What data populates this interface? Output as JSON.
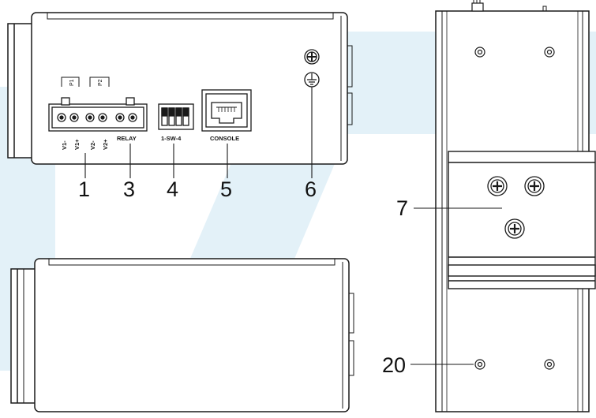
{
  "callouts": {
    "c1": "1",
    "c3": "3",
    "c4": "4",
    "c5": "5",
    "c6": "6",
    "c7": "7",
    "c20": "20"
  },
  "panel_labels": {
    "p1": "P1",
    "p2": "P2",
    "v1_minus": "V1-",
    "v1_plus": "V1+",
    "v2_minus": "V2-",
    "v2_plus": "V2+",
    "relay": "RELAY",
    "sw": "1-SW-4",
    "console": "CONSOLE"
  },
  "colors": {
    "line": "#1a1a1a",
    "watermark": "#d9ecf6",
    "background": "#ffffff"
  },
  "icons": {
    "ground": "ground-symbol-icon",
    "screw": "phillips-screw-icon"
  }
}
